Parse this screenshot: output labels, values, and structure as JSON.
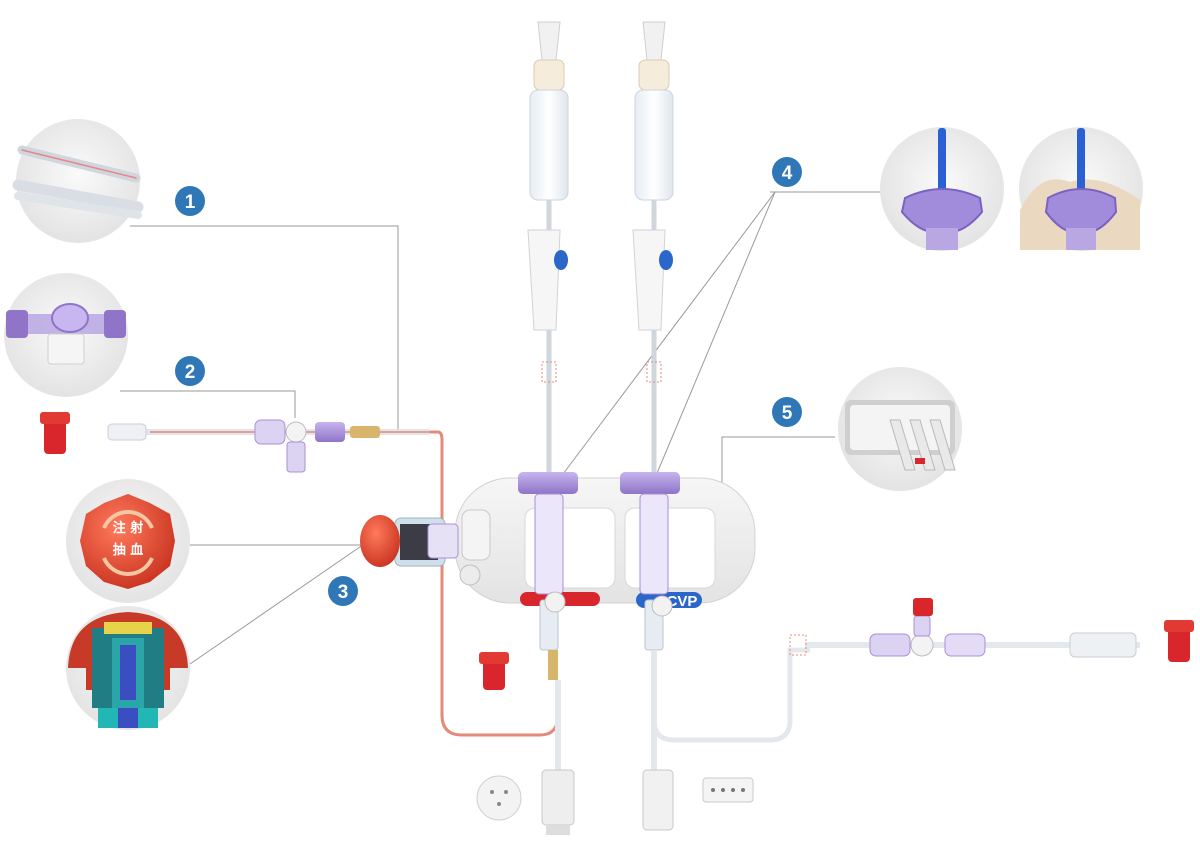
{
  "callouts": [
    "1",
    "2",
    "3",
    "4",
    "5"
  ],
  "cap_labels": {
    "inject": "注 射",
    "draw": "抽 血"
  },
  "pressure_label": "CVP",
  "colors": {
    "callout_blue": "#2f77b7",
    "tube_red": "#e58a78",
    "cap_red": "#d8262c",
    "purple": "#a98fd6",
    "blue_clip": "#2b66c9",
    "circle_bg": "#ececec",
    "leader_line": "#9a9a9a"
  },
  "icons": [
    "drip-chamber-icon",
    "stopcock-icon",
    "red-cap-icon",
    "connector-icon",
    "transducer-icon"
  ]
}
